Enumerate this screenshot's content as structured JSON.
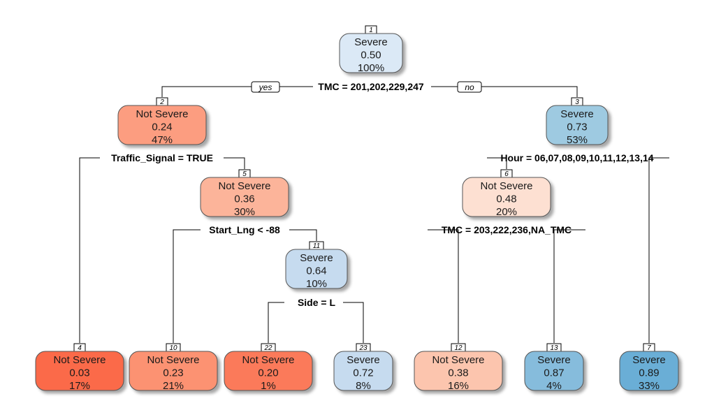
{
  "colors": {
    "severe_dark": "#6aaed6",
    "severe_mid": "#9ecae1",
    "severe_light": "#c6dbef",
    "severe_pale": "#dbe9f6",
    "notsevere_dark": "#fb6a4a",
    "notsevere_mid": "#fc9272",
    "notsevere_light": "#fcbba1",
    "notsevere_pale": "#fde0d2"
  },
  "branch_labels": {
    "yes": "yes",
    "no": "no"
  },
  "nodes": [
    {
      "id": "1",
      "class": "Severe",
      "prob": "0.50",
      "pct": "100%",
      "color": "#dbe9f6"
    },
    {
      "id": "2",
      "class": "Not Severe",
      "prob": "0.24",
      "pct": "47%",
      "color": "#fc9d80"
    },
    {
      "id": "3",
      "class": "Severe",
      "prob": "0.73",
      "pct": "53%",
      "color": "#9ecae1"
    },
    {
      "id": "5",
      "class": "Not Severe",
      "prob": "0.36",
      "pct": "30%",
      "color": "#fcb49a"
    },
    {
      "id": "6",
      "class": "Not Severe",
      "prob": "0.48",
      "pct": "20%",
      "color": "#fde0d2"
    },
    {
      "id": "11",
      "class": "Severe",
      "prob": "0.64",
      "pct": "10%",
      "color": "#c6dbef"
    },
    {
      "id": "4",
      "class": "Not Severe",
      "prob": "0.03",
      "pct": "17%",
      "color": "#fb6a4a"
    },
    {
      "id": "10",
      "class": "Not Severe",
      "prob": "0.23",
      "pct": "21%",
      "color": "#fc9272"
    },
    {
      "id": "22",
      "class": "Not Severe",
      "prob": "0.20",
      "pct": "1%",
      "color": "#fb7a5a"
    },
    {
      "id": "23",
      "class": "Severe",
      "prob": "0.72",
      "pct": "8%",
      "color": "#c6dbef"
    },
    {
      "id": "12",
      "class": "Not Severe",
      "prob": "0.38",
      "pct": "16%",
      "color": "#fcc5ae"
    },
    {
      "id": "13",
      "class": "Severe",
      "prob": "0.87",
      "pct": "4%",
      "color": "#86bcdc"
    },
    {
      "id": "7",
      "class": "Severe",
      "prob": "0.89",
      "pct": "33%",
      "color": "#6aaed6"
    }
  ],
  "splits": [
    {
      "node": "1",
      "text": "TMC = 201,202,229,247"
    },
    {
      "node": "2",
      "text": "Traffic_Signal = TRUE"
    },
    {
      "node": "3",
      "text": "Hour = 06,07,08,09,10,11,12,13,14"
    },
    {
      "node": "5",
      "text": "Start_Lng < -88"
    },
    {
      "node": "6",
      "text": "TMC = 203,222,236,NA_TMC"
    },
    {
      "node": "11",
      "text": "Side = L"
    }
  ]
}
